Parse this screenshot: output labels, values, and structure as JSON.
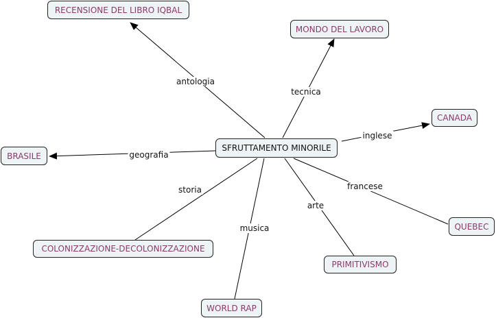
{
  "center": "SFRUTTAMENTO MINORILE",
  "nodes": {
    "recensione": "RECENSIONE DEL LIBRO IQBAL",
    "mondo": "MONDO DEL LAVORO",
    "canada": "CANADA",
    "brasile": "BRASILE",
    "quebec": "QUEBEC",
    "colonizzazione": "COLONIZZAZIONE-DECOLONIZZAZIONE",
    "primitivismo": "PRIMITIVISMO",
    "worldrap": "WORLD RAP"
  },
  "links": {
    "antologia": "antologia",
    "tecnica": "tecnica",
    "inglese": "inglese",
    "geografia": "geografia",
    "storia": "storia",
    "francese": "francese",
    "arte": "arte",
    "musica": "musica"
  },
  "colors": {
    "node_fill": "#eef3f5",
    "node_text": "#8b3a6b"
  }
}
